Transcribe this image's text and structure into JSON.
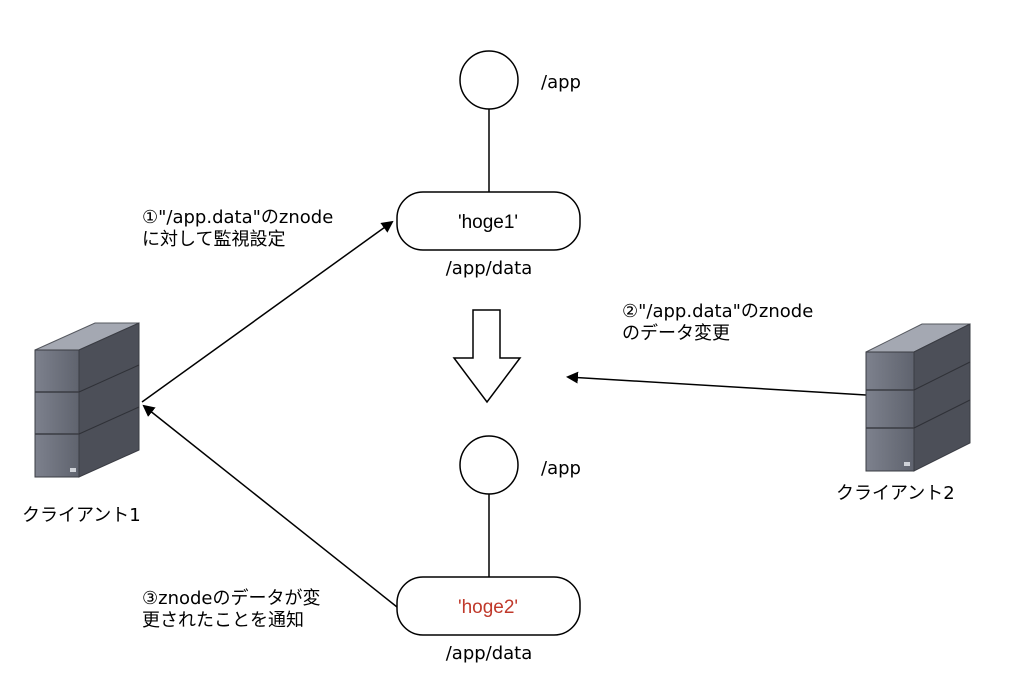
{
  "top": {
    "root_label": "/app",
    "node_value": "'hoge1'",
    "node_path": "/app/data"
  },
  "bottom": {
    "root_label": "/app",
    "node_value": "'hoge2'",
    "node_path": "/app/data"
  },
  "clients": {
    "client1": "クライアント1",
    "client2": "クライアント2"
  },
  "steps": {
    "step1": [
      "①\"/app.data\"のznode",
      "に対して監視設定"
    ],
    "step2": [
      "②\"/app.data\"のznode",
      "のデータ変更"
    ],
    "step3": [
      "③znodeのデータが変",
      "更されたことを通知"
    ]
  },
  "colors": {
    "changed_value": "#c0392b",
    "server_body": "#6f7380",
    "server_top": "#9a9ea8",
    "server_side": "#4a4d57"
  }
}
